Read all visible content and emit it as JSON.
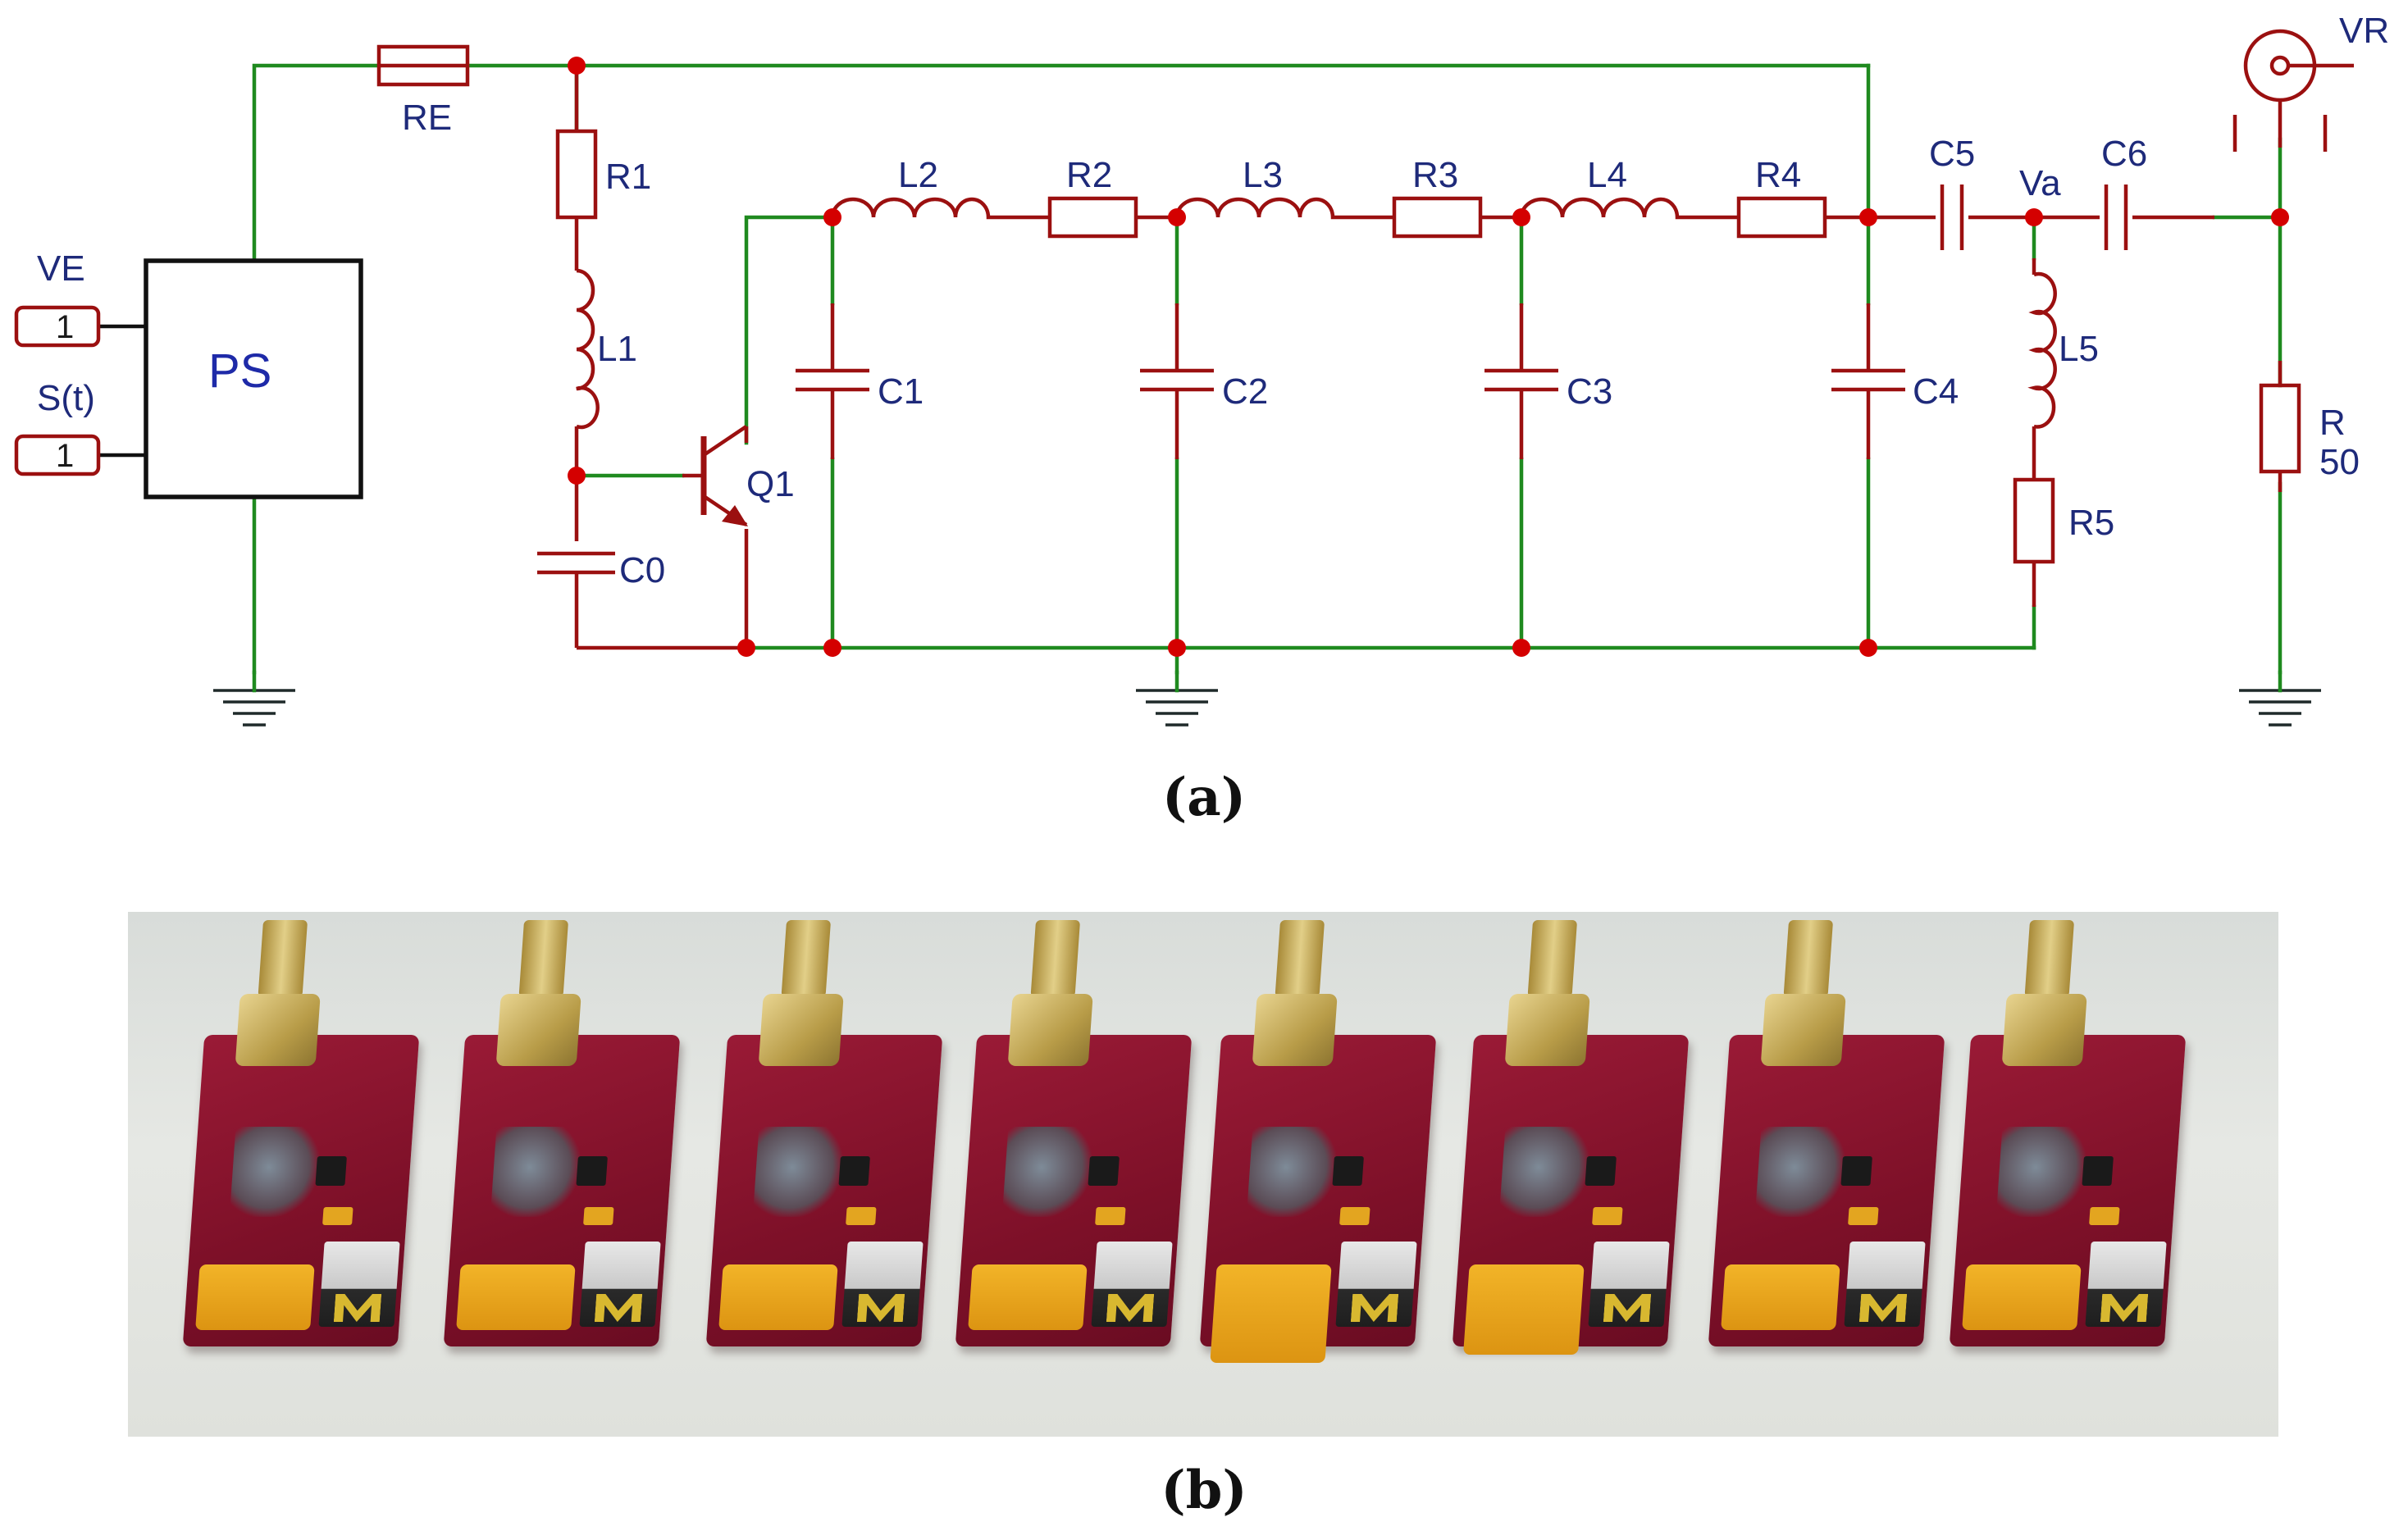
{
  "schematic": {
    "source_block": {
      "label": "PS"
    },
    "ports": [
      {
        "name": "VE",
        "value": "1"
      },
      {
        "name": "S(t)",
        "value": "1"
      }
    ],
    "components": {
      "RE": "RE",
      "R1": "R1",
      "L1": "L1",
      "C0": "C0",
      "Q1": "Q1",
      "C1": "C1",
      "L2": "L2",
      "R2": "R2",
      "C2": "C2",
      "L3": "L3",
      "R3": "R3",
      "C3": "C3",
      "L4": "L4",
      "R4": "R4",
      "C4": "C4",
      "C5": "C5",
      "Va": "Va",
      "C6": "C6",
      "L5": "L5",
      "R5": "R5",
      "VR": "VR",
      "R_load": "R",
      "R_load_value": "50"
    },
    "colors": {
      "wire": "#1f8a1f",
      "component": "#9b1010",
      "node": "#d40000",
      "label": "#1e2a7a"
    }
  },
  "captions": {
    "a": "(a)",
    "b": "(b)"
  },
  "photo": {
    "board_count": 8
  }
}
